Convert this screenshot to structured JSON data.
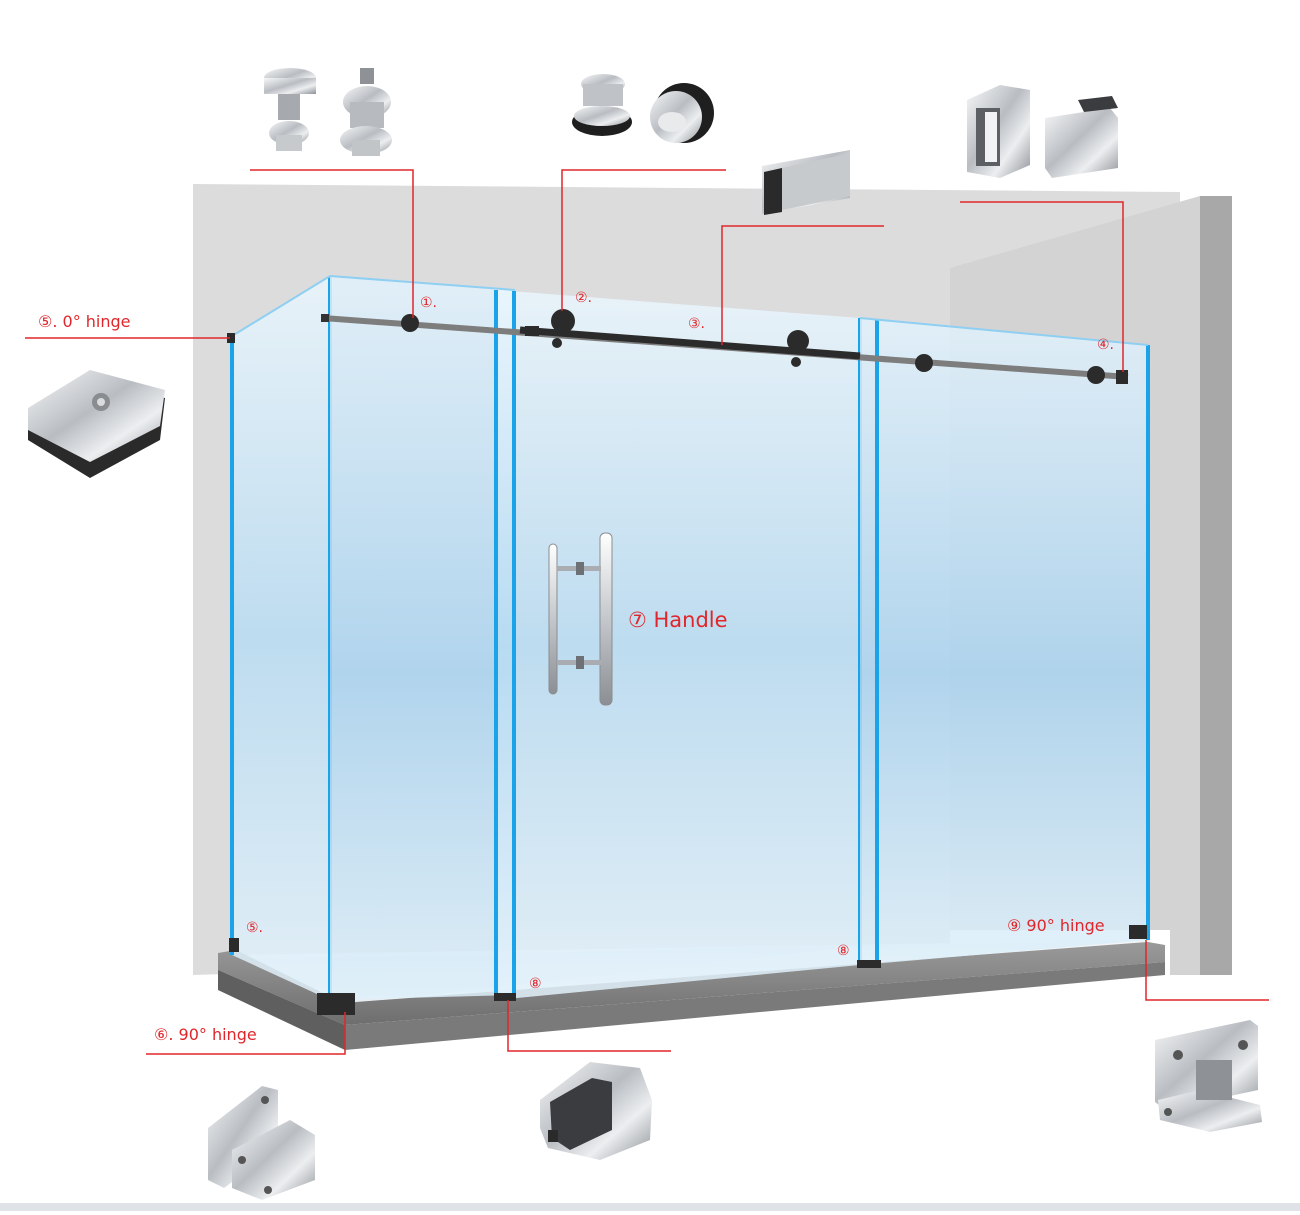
{
  "callouts": {
    "c1": "①.",
    "c2": "②.",
    "c3": "③.",
    "c4": "④.",
    "c5_top": "⑤. 0° hinge",
    "c5_bottom": "⑤.",
    "c6": "⑥. 90° hinge",
    "c7": "⑦ Handle",
    "c8_left": "⑧",
    "c8_right": "⑧",
    "c9": "⑨ 90° hinge"
  },
  "colors": {
    "callout": "#e0262a",
    "glass_edge": "#1aa3e8",
    "wall": "#d9d9d9",
    "rail": "#3a3a3a",
    "chrome": "#c9ccd0"
  },
  "parts": [
    "roller-assembly-icon",
    "stopper-wheel-icon",
    "rail-tube-icon",
    "rail-end-clamp-icon",
    "glass-clamp-0deg-icon",
    "hinge-90deg-icon",
    "floor-guide-icon",
    "hinge-90deg-right-icon"
  ]
}
